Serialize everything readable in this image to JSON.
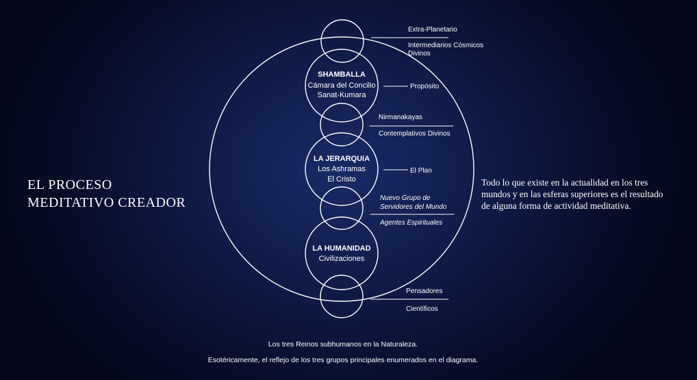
{
  "title": {
    "line1": "EL PROCESO",
    "line2": "MEDITATIVO CREADOR"
  },
  "description": {
    "line1": "Todo lo que existe en la actualidad en los tres",
    "line2": "mundos y en las esferas superiores es el resultado",
    "line3": "de alguna forma de actividad meditativa."
  },
  "centers": {
    "shamballa": {
      "name": "SHAMBALLA",
      "line1": "Cámara del Concilio",
      "line2": "Sanat-Kumara"
    },
    "jerarquia": {
      "name": "LA JERARQUíA",
      "line1": "Los Ashramas",
      "line2": "El Cristo"
    },
    "humanidad": {
      "name": "LA HUMANIDAD",
      "line1": "Civilizaciones"
    }
  },
  "labels": {
    "extra_planetario": "Extra-Planetario",
    "intermediarios_1": "Intermediarios Cósmicos",
    "intermediarios_2": "Divinos",
    "proposito": "Propósito",
    "nirmanakayas": "Nirmanakayas",
    "contemplativos": "Contemplativos Divinos",
    "el_plan": "El Plan",
    "nuevo_grupo_1": "Nuevo Grupo de",
    "nuevo_grupo_2": "Servidores del Mundo",
    "agentes": "Agentes Espirituales",
    "pensadores": "Pensadores",
    "cientificos": "Científicos"
  },
  "footer": {
    "line1": "Los tres Reinos subhumanos en la Naturaleza.",
    "line2": "Esotéricamente, el reflejo de los tres grupos principales enumerados en el diagrama."
  }
}
